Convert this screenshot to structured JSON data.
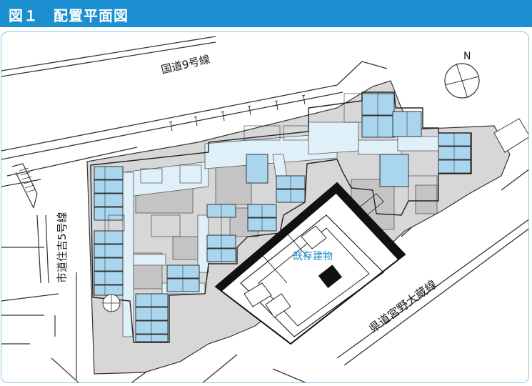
{
  "figure": {
    "number": "図１",
    "title": "配置平面図"
  },
  "labels": {
    "national_route": "国道9号線",
    "city_road": "市道住吉5号線",
    "prefectural_road": "県道宮野大蔵線",
    "existing_building": "既存建物",
    "north": "N"
  },
  "colors": {
    "title_bar": "#1b8fcf",
    "frame_border": "#8cc6e6",
    "site_gray": "#d7d7d7",
    "courtyard_gray": "#c4c4c4",
    "room_blue": "#a9d6ee",
    "corridor_blue": "#dff0f9",
    "road_line": "#333333",
    "wall_black": "#111111"
  }
}
